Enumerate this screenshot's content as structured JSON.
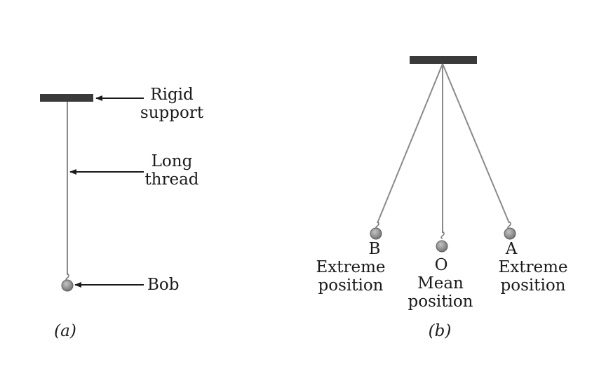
{
  "panel_a": {
    "labels": {
      "rigid_support": [
        "Rigid",
        "support"
      ],
      "long_thread": [
        "Long",
        "thread"
      ],
      "bob": "Bob"
    },
    "caption": "(a)"
  },
  "panel_b": {
    "labels": {
      "b_letter": "B",
      "b_desc": [
        "Extreme",
        "position"
      ],
      "o_letter": "O",
      "o_desc": [
        "Mean",
        "position"
      ],
      "a_letter": "A",
      "a_desc": [
        "Extreme",
        "position"
      ]
    },
    "caption": "(b)"
  },
  "colors": {
    "support": "#3a3a3a",
    "thread": "#8a8a8a",
    "bob": "#8c8c8c",
    "arrow": "#1a1a1a"
  }
}
